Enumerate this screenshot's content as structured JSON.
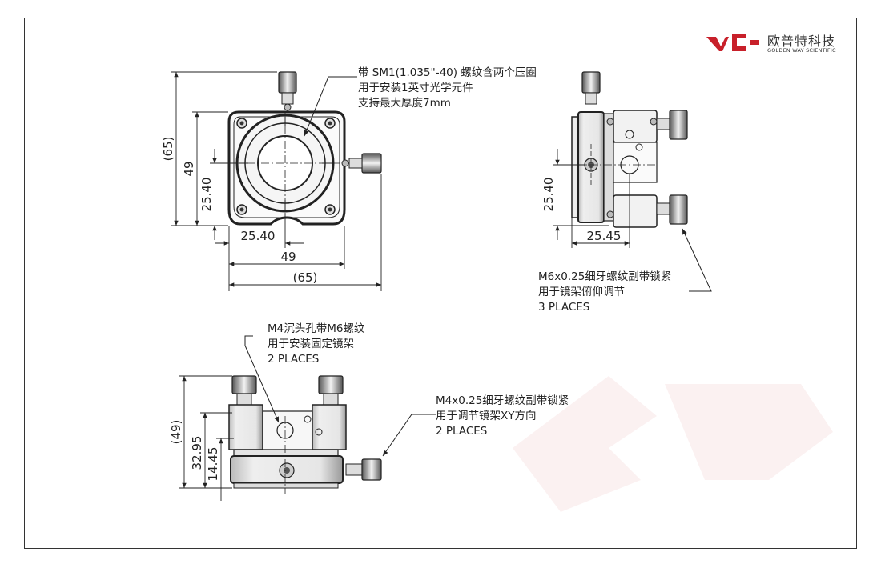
{
  "brand": {
    "name": "欧普特科技",
    "subtitle": "GOLDEN WAY SCIENTIFIC",
    "color": "#c8202a"
  },
  "notes": {
    "top": [
      "带 SM1(1.035\"-40) 螺纹含两个压圈",
      "用于安装1英寸光学元件",
      "支持最大厚度7mm"
    ],
    "right": [
      "M6x0.25细牙螺纹副带锁紧",
      "用于镜架俯仰调节",
      "3 PLACES"
    ],
    "bottom_left": [
      "M4沉头孔带M6螺纹",
      "用于安装固定镜架",
      "2 PLACES"
    ],
    "bottom_right": [
      "M4x0.25细牙螺纹副带锁紧",
      "用于调节镜架XY方向",
      "2 PLACES"
    ]
  },
  "dimensions": {
    "front_height_total": "(65)",
    "front_height": "49",
    "front_center_height": "25.40",
    "front_center_width": "25.40",
    "front_width": "49",
    "front_width_total": "(65)",
    "side_center_height": "25.40",
    "side_width": "25.45",
    "bottom_height_total": "(49)",
    "bottom_height_1": "32.95",
    "bottom_height_2": "14.45"
  }
}
